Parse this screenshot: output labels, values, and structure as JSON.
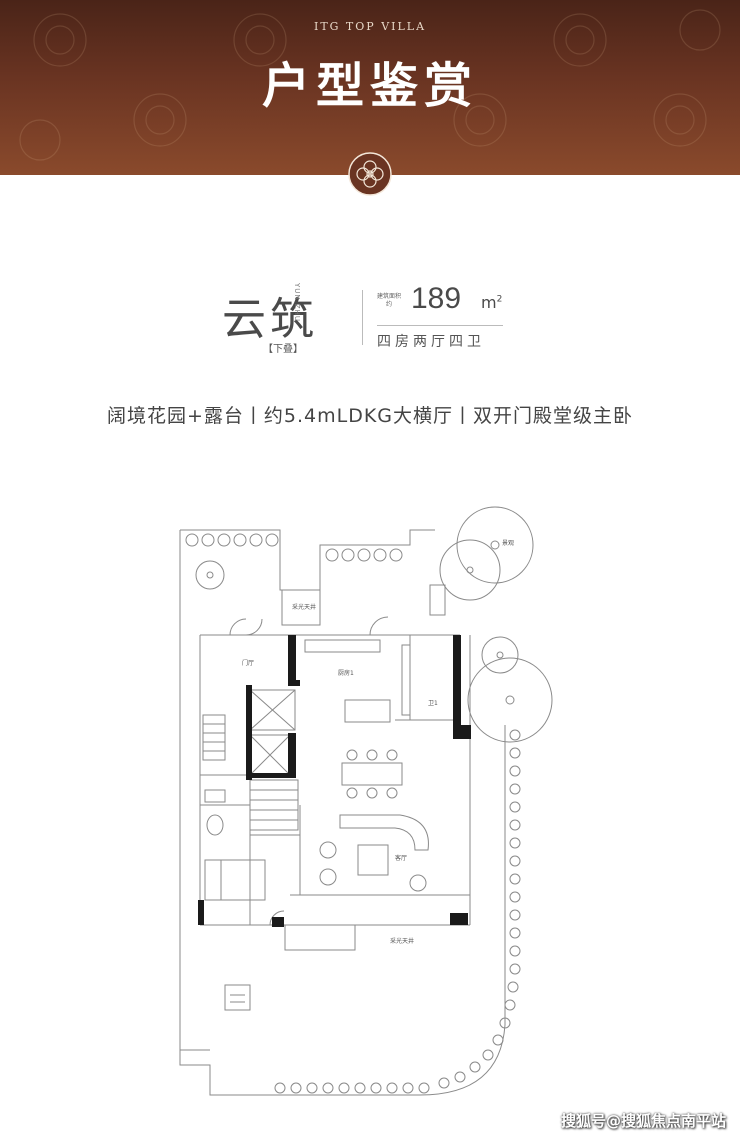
{
  "header": {
    "subtitle": "ITG TOP VILLA",
    "title": "户型鉴赏"
  },
  "unit": {
    "name": "云筑",
    "pinyin": "YUN ZHU",
    "tag": "【下叠】",
    "area_label": "建筑面积约",
    "area_value": "189",
    "area_unit": "m",
    "area_unit_sup": "2",
    "layout_type": "四房两厅四卫"
  },
  "features": "阔境花园+露台丨约5.4mLDKG大横厅丨双开门殿堂级主卧",
  "floorplan": {
    "labels": {
      "skylight_top": "采光天井",
      "entry_hall": "门厅",
      "kitchen": "厨房1",
      "bath": "卫1",
      "living": "客厅",
      "skylight_bottom": "采光天井",
      "garden_area": "景观"
    }
  },
  "watermark": "搜狐号@搜狐焦点南平站",
  "colors": {
    "banner_dark": "#4a2418",
    "banner_light": "#8a4a2c",
    "text": "#444444"
  }
}
